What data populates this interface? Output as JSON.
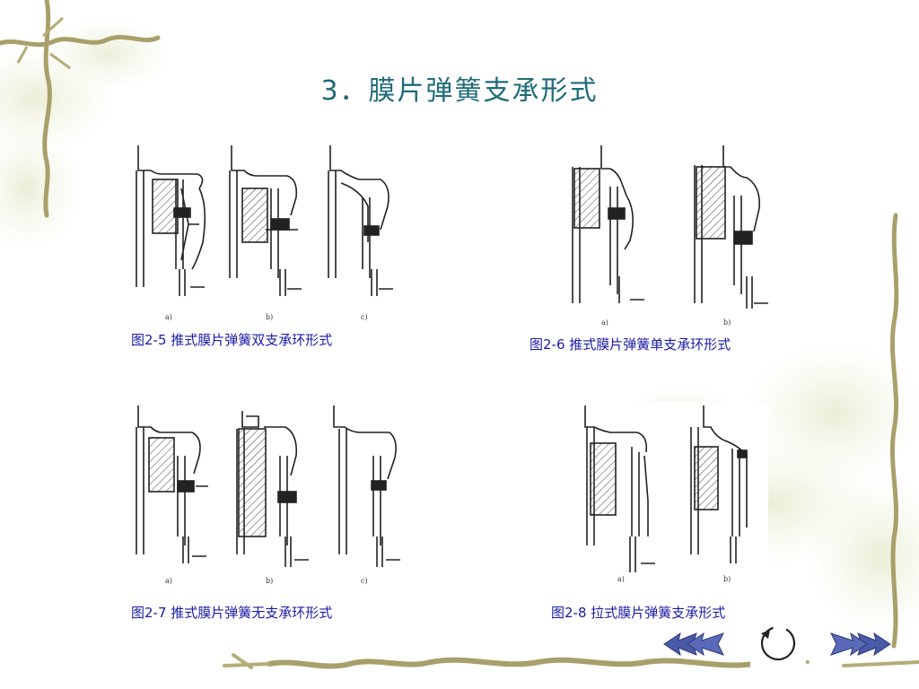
{
  "slide": {
    "title": "3．膜片弹簧支承形式"
  },
  "figures": [
    {
      "caption": "图2-5  推式膜片弹簧双支承环形式",
      "panels": [
        "a)",
        "b)",
        "c)"
      ]
    },
    {
      "caption": "图2-6  推式膜片弹簧单支承环形式",
      "panels": [
        "a)",
        "b)"
      ]
    },
    {
      "caption": "图2-7  推式膜片弹簧无支承环形式",
      "panels": [
        "a)",
        "b)",
        "c)"
      ]
    },
    {
      "caption": "图2-8  拉式膜片弹簧支承形式",
      "panels": [
        "a)",
        "b)"
      ]
    }
  ],
  "nav": {
    "prev_icon": "double-left-arrow-icon",
    "return_icon": "return-circle-icon",
    "next_icon": "double-right-arrow-icon"
  },
  "colors": {
    "title": "#1f6b7a",
    "caption": "#1a1aa6",
    "vine": "#a8a06a",
    "nav_arrow": "#4a5aa8"
  }
}
